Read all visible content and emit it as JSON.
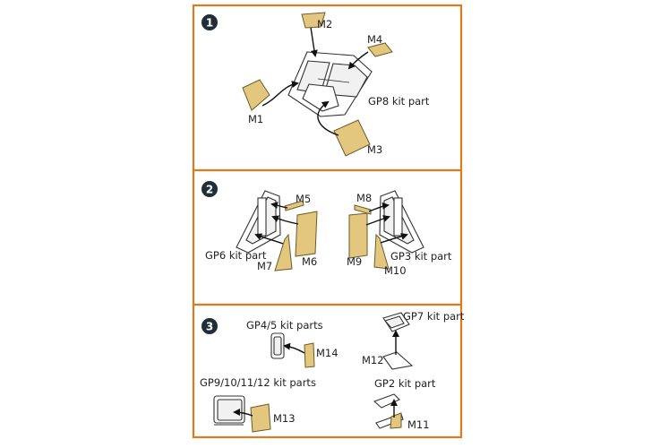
{
  "steps": [
    {
      "number": "1",
      "labels": {
        "m1": "M1",
        "m2": "M2",
        "m3": "M3",
        "m4": "M4",
        "kit": "GP8 kit part"
      }
    },
    {
      "number": "2",
      "labels": {
        "m5": "M5",
        "m6": "M6",
        "m7": "M7",
        "m8": "M8",
        "m9": "M9",
        "m10": "M10",
        "kit_left": "GP6 kit part",
        "kit_right": "GP3 kit part"
      }
    },
    {
      "number": "3",
      "labels": {
        "kit_gp45": "GP4/5 kit parts",
        "m14": "M14",
        "kit_gp9": "GP9/10/11/12 kit parts",
        "m13": "M13",
        "kit_gp7": "GP7 kit part",
        "m12": "M12",
        "kit_gp2": "GP2 kit part",
        "m11": "M11"
      }
    }
  ],
  "colors": {
    "frame": "#e07a1f",
    "badge": "#1f2f3a",
    "photo_etch": "#e3c77e"
  }
}
